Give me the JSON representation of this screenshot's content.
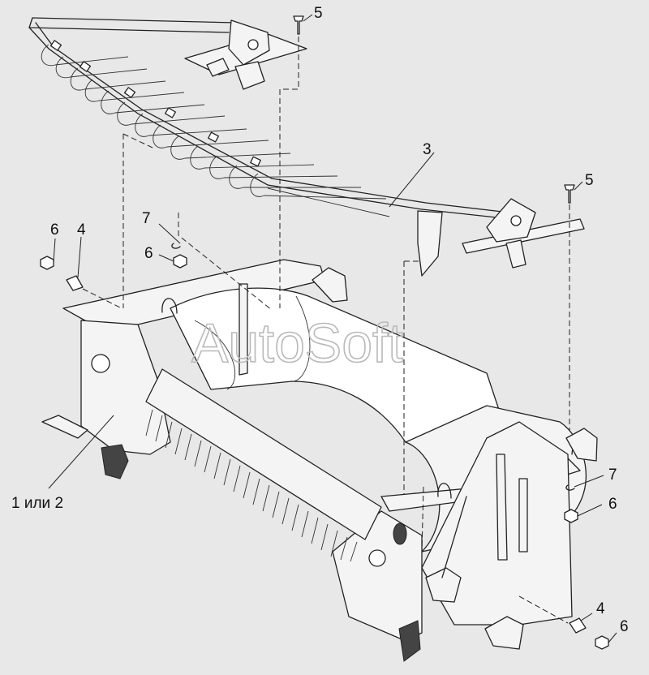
{
  "watermark": "AutoSoft",
  "callouts": {
    "bolt_top": "5",
    "bolt_right": "5",
    "rake_frame": "3",
    "washer_left": "7",
    "washer_right": "7",
    "nut_left_top": "6",
    "nut_left_mid": "6",
    "nut_right_mid": "6",
    "nut_right_bottom": "6",
    "pin_left": "4",
    "pin_right": "4",
    "housing": "1 или 2"
  },
  "colors": {
    "background": "#e8e8e8",
    "ink": "#222222",
    "watermark": "#b9b9b9"
  }
}
